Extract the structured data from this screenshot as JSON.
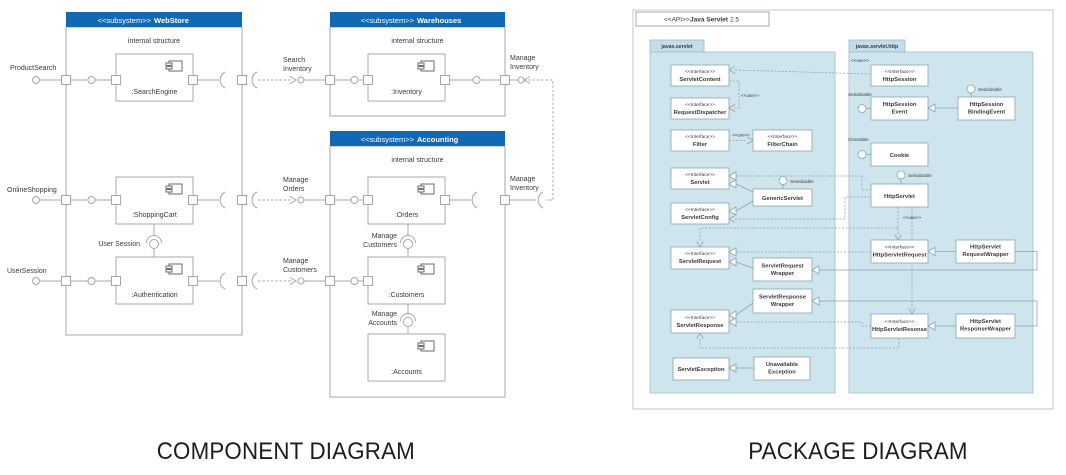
{
  "colors": {
    "subsystem_header": "#1168b5",
    "package_fill": "#cfe5ee",
    "package_tab": "#c3dde9"
  },
  "component_diagram": {
    "caption": "COMPONENT DIAGRAM",
    "stereotype": "<<subsystem>>",
    "internal_structure": "internal structure",
    "webstore": {
      "name": "WebStore",
      "components": {
        "c1": ":SearchEngine",
        "c2": ":ShoppingCart",
        "c3": ":Authentication"
      }
    },
    "warehouses": {
      "name": "Warehouses",
      "components": {
        "c1": ":Inventory"
      }
    },
    "accounting": {
      "name": "Accounting",
      "components": {
        "c1": ":Orders",
        "c2": ":Customers",
        "c3": ":Accounts"
      }
    },
    "externals": {
      "e1": "ProductSearch",
      "e2": "OnlineShopping",
      "e3": "UserSession"
    },
    "labels": {
      "search_inventory": [
        "Search",
        "Inventory"
      ],
      "manage_orders": [
        "Manage",
        "Orders"
      ],
      "manage_customers": [
        "Manage",
        "Customers"
      ],
      "manage_inventory_top": [
        "Manage",
        "Inventory"
      ],
      "manage_inventory_mid": [
        "Manage",
        "Inventory"
      ],
      "user_session": "User Session",
      "manage_customers_internal": [
        "Manage",
        "Customers"
      ],
      "manage_accounts": [
        "Manage",
        "Accounts"
      ]
    }
  },
  "package_diagram": {
    "caption": "PACKAGE DIAGRAM",
    "title": {
      "stereotype": "<<API>>",
      "name": "Java Servlet",
      "version": "2.5"
    },
    "packages": {
      "left": "javax.servlet",
      "right": "javax.servlet.http"
    },
    "stereo_interface": "<<Interface>>",
    "stereo_use": "<<use>>",
    "serializable": "Serializable",
    "cloneable": "Cloneable",
    "left_boxes": {
      "servlet_content": "ServletContent",
      "request_dispatcher": "RequestDispatcher",
      "filter": "Filter",
      "filter_chain": "FilterChain",
      "servlet": "Servlet",
      "generic_servlet": "GenericServlet",
      "servlet_config": "ServletConfig",
      "servlet_request": "ServletRequest",
      "servlet_request_wrapper": [
        "ServletRequest",
        "Wrapper"
      ],
      "servlet_response_wrapper": [
        "ServletResponse",
        "Wrapper"
      ],
      "servlet_response": "ServletResponse",
      "servlet_exception": "ServletException",
      "unavailable_exception": [
        "Unavailable",
        "Exception"
      ]
    },
    "right_boxes": {
      "http_session": "HttpSession",
      "http_session_event": [
        "HttpSession",
        "Event"
      ],
      "http_session_binding_event": [
        "HttpSession",
        "BindingEvent"
      ],
      "cookie": "Cookie",
      "http_servlet": "HttpServlet",
      "http_servlet_request": "HttpServletRequest",
      "http_servlet_request_wrapper": [
        "HttpServlet",
        "RequestWrapper"
      ],
      "http_servlet_response": "HttpServletResonse",
      "http_servlet_response_wrapper": [
        "HttpServlet",
        "ResponseWrapper"
      ]
    }
  }
}
